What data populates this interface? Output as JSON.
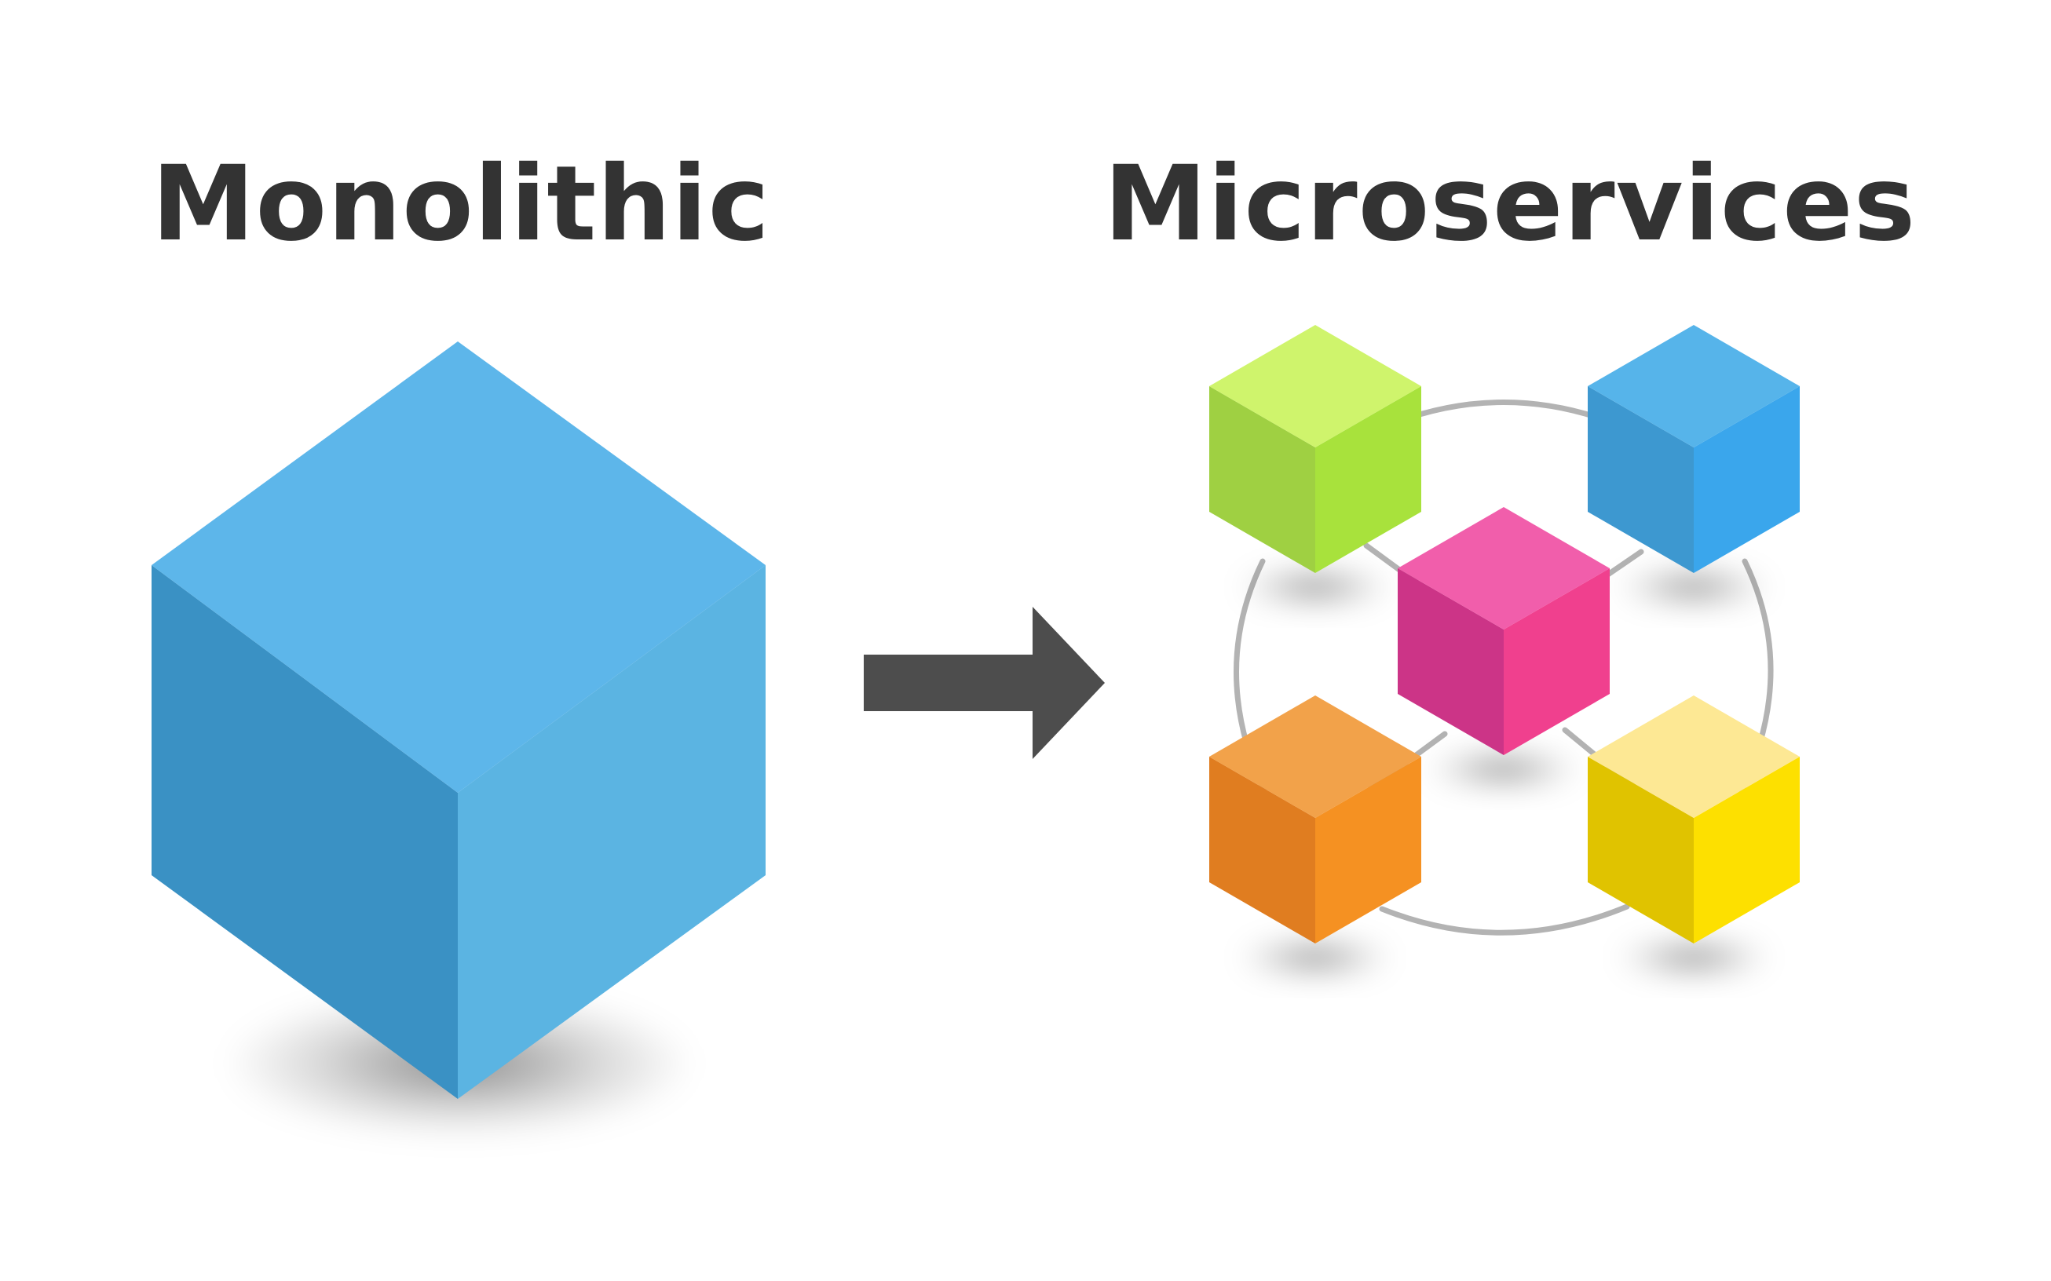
{
  "left": {
    "title": "Monolithic",
    "block": {
      "top": "#5db6ea",
      "left": "#3a91c4",
      "right": "#5bb4e2"
    }
  },
  "right": {
    "title": "Microservices",
    "services": [
      {
        "name": "green",
        "top": "#cff46c",
        "left": "#9fd042",
        "right": "#a8e23c"
      },
      {
        "name": "blue",
        "top": "#56b4ea",
        "left": "#3d98d0",
        "right": "#3aa6ec"
      },
      {
        "name": "pink",
        "top": "#f15eab",
        "left": "#cc3487",
        "right": "#f0408e"
      },
      {
        "name": "orange",
        "top": "#f2a24a",
        "left": "#e07d20",
        "right": "#f59122"
      },
      {
        "name": "yellow",
        "top": "#fde894",
        "left": "#e0c300",
        "right": "#fde000"
      }
    ],
    "connector_color": "#b3b3b3"
  },
  "arrow": {
    "color": "#4d4d4d"
  }
}
